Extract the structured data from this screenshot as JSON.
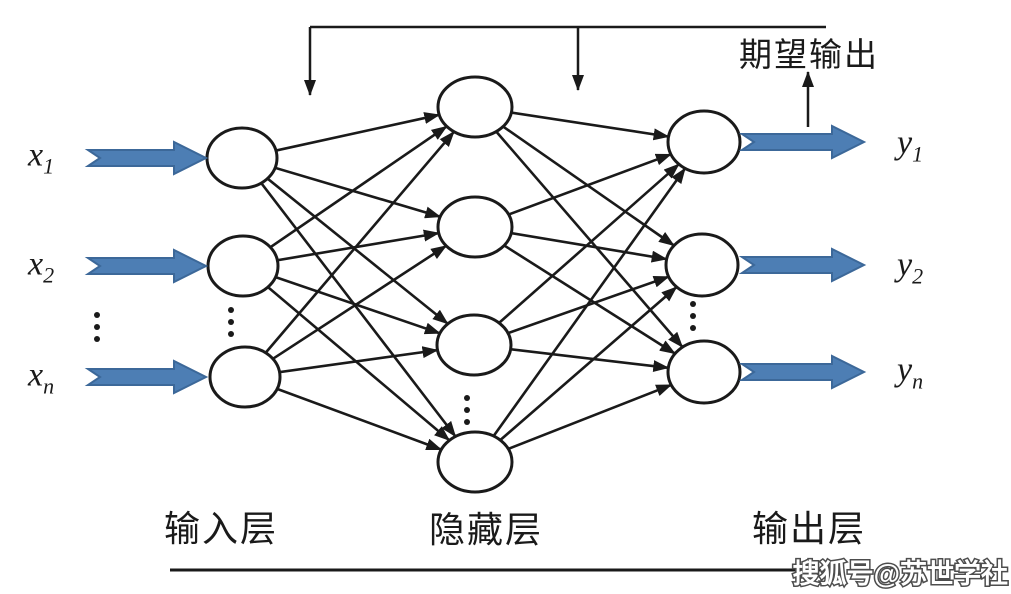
{
  "diagram": {
    "expected_output_label": "期望输出",
    "input_labels": [
      {
        "base": "x",
        "sub": "1"
      },
      {
        "base": "x",
        "sub": "2"
      },
      {
        "base": "x",
        "sub": "n"
      }
    ],
    "output_labels": [
      {
        "base": "y",
        "sub": "1"
      },
      {
        "base": "y",
        "sub": "2"
      },
      {
        "base": "y",
        "sub": "n"
      }
    ],
    "layer_labels": {
      "input": "输入层",
      "hidden": "隐藏层",
      "output": "输出层"
    },
    "structure": {
      "input_nodes": 3,
      "hidden_nodes": 4,
      "output_nodes": 3,
      "connectivity": "fully-connected input→hidden→output",
      "ellipsis_marks": 4
    },
    "colors": {
      "arrow_fill": "#4d7eb4",
      "arrow_stroke": "#3c6899",
      "line_color": "#1a1a1a",
      "background": "#ffffff",
      "watermark_fill": "#ffffff",
      "watermark_stroke": "#4d4d4d"
    },
    "watermark": "搜狐号@苏世学社"
  }
}
